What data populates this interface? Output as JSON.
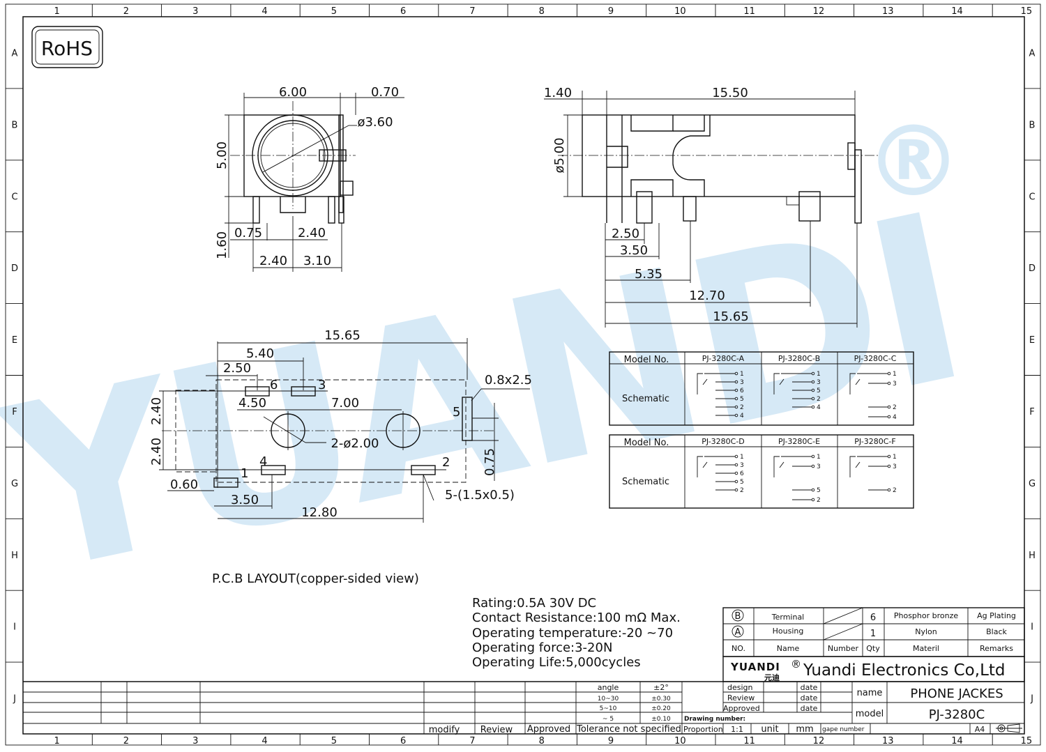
{
  "rohs": "RoHS",
  "grid": {
    "cols": [
      "1",
      "2",
      "3",
      "4",
      "5",
      "6",
      "7",
      "8",
      "9",
      "10",
      "11",
      "12",
      "13",
      "14",
      "15"
    ],
    "rows": [
      "A",
      "B",
      "C",
      "D",
      "E",
      "F",
      "G",
      "H",
      "I",
      "J"
    ]
  },
  "watermark": {
    "text": "YUANDI",
    "reg": "®",
    "color": "#d6e9f6"
  },
  "front_view": {
    "d_top": "6.00",
    "d_tab": "0.70",
    "d_hole": "ø3.60",
    "d_height": "5.00",
    "d_pin": "1.60",
    "d_075": "0.75",
    "d_240a": "2.40",
    "d_240b": "2.40",
    "d_310": "3.10"
  },
  "side_view": {
    "d_140": "1.40",
    "d_1550": "15.50",
    "d_dia": "ø5.00",
    "d_250": "2.50",
    "d_350": "3.50",
    "d_535": "5.35",
    "d_1270": "12.70",
    "d_1565": "15.65"
  },
  "pcb": {
    "title": "P.C.B LAYOUT(copper-sided view)",
    "d_1565": "15.65",
    "d_540": "5.40",
    "d_250": "2.50",
    "d_450": "4.50",
    "d_700": "7.00",
    "d_240a": "2.40",
    "d_240b": "2.40",
    "d_slot": "0.8x2.5",
    "d_holes": "2-ø2.00",
    "d_075": "0.75",
    "d_060": "0.60",
    "d_350": "3.50",
    "d_1280": "12.80",
    "d_pads": "5-(1.5x0.5)",
    "pins": {
      "p1": "1",
      "p2": "2",
      "p3": "3",
      "p4": "4",
      "p5": "5",
      "p6": "6"
    }
  },
  "schematic_tables": [
    {
      "header": "Model No.",
      "row_label": "Schematic",
      "models": [
        "PJ-3280C-A",
        "PJ-3280C-B",
        "PJ-3280C-C"
      ],
      "pins": [
        [
          "1",
          "3",
          "6",
          "5",
          "2",
          "4"
        ],
        [
          "1",
          "3",
          "5",
          "2",
          "4"
        ],
        [
          "1",
          "3",
          "2",
          "4"
        ]
      ]
    },
    {
      "header": "Model No.",
      "row_label": "Schematic",
      "models": [
        "PJ-3280C-D",
        "PJ-3280C-E",
        "PJ-3280C-F"
      ],
      "pins": [
        [
          "1",
          "3",
          "6",
          "5",
          "2"
        ],
        [
          "1",
          "3",
          "5",
          "2"
        ],
        [
          "1",
          "3",
          "2"
        ]
      ]
    }
  ],
  "specs": [
    "Rating:0.5A 30V DC",
    "Contact Resistance:100 mΩ Max.",
    "Operating temperature:-20  ~70",
    "Operating force:3-20N",
    "Operating Life:5,000cycles"
  ],
  "bom": {
    "rows": [
      {
        "mark": "B",
        "name": "Terminal",
        "qty": "6",
        "material": "Phosphor bronze",
        "remarks": "Ag Plating"
      },
      {
        "mark": "A",
        "name": "Housing",
        "qty": "1",
        "material": "Nylon",
        "remarks": "Black"
      }
    ],
    "header": {
      "no": "NO.",
      "name": "Name",
      "number": "Number",
      "qty": "Qty",
      "material": "Materil",
      "remarks": "Remarks"
    }
  },
  "company": {
    "logo": "YUANDI",
    "logo_reg": "®",
    "logo_cn": "元迪",
    "name": "Yuandi Electronics Co,Ltd"
  },
  "title_block": {
    "name_label": "name",
    "name_value": "PHONE JACKES",
    "model_label": "model",
    "model_value": "PJ-3280C",
    "design": "design",
    "review": "Review",
    "approved": "Approved",
    "date": "date",
    "drawing_number": "Drawing number:",
    "proportion": "Proportion",
    "ratio": "1:1",
    "unit": "unit",
    "unit_value": "mm",
    "page_number": "gape number",
    "size": "A4"
  },
  "tolerance": {
    "rows": [
      [
        "angle",
        "±2°"
      ],
      [
        "10~30",
        "±0.30"
      ],
      [
        "5~10",
        "±0.20"
      ],
      [
        "~ 5",
        "±0.10"
      ]
    ],
    "footer": "Tolerance not specified"
  },
  "revision": {
    "modify": "modify",
    "review": "Review",
    "approved": "Approved"
  }
}
